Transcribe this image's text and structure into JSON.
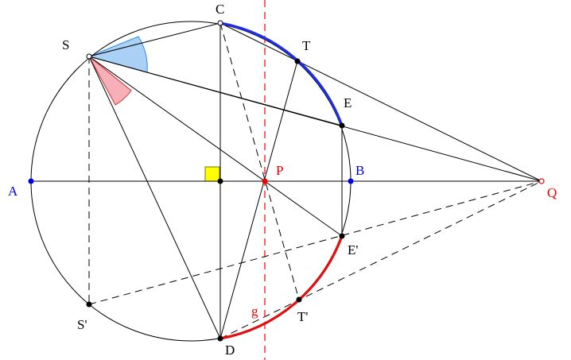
{
  "colors": {
    "line": "#000000",
    "accent_blue": "#0000ee",
    "accent_red": "#ee0000",
    "arc_blue": "#1f2fe0",
    "arc_red": "#e01010",
    "angle_blue_fill": "#aad0f5",
    "angle_blue_stroke": "#3388dd",
    "angle_red_fill": "#f8b0b8",
    "angle_red_stroke": "#cc3333",
    "right_angle_fill": "#ffff00",
    "right_angle_stroke": "#777700"
  },
  "points": {
    "A": {
      "label": "A",
      "color": "accent_blue"
    },
    "B": {
      "label": "B",
      "color": "accent_blue"
    },
    "C": {
      "label": "C",
      "color": "line"
    },
    "D": {
      "label": "D",
      "color": "line"
    },
    "S": {
      "label": "S",
      "color": "line"
    },
    "S_prime": {
      "label": "S'",
      "color": "line"
    },
    "T": {
      "label": "T",
      "color": "line"
    },
    "T_prime": {
      "label": "T'",
      "color": "line"
    },
    "E": {
      "label": "E",
      "color": "line"
    },
    "E_prime": {
      "label": "E'",
      "color": "line"
    },
    "P": {
      "label": "P",
      "color": "accent_red"
    },
    "Q": {
      "label": "Q",
      "color": "accent_red"
    },
    "g": {
      "label": "g",
      "color": "accent_red"
    }
  }
}
